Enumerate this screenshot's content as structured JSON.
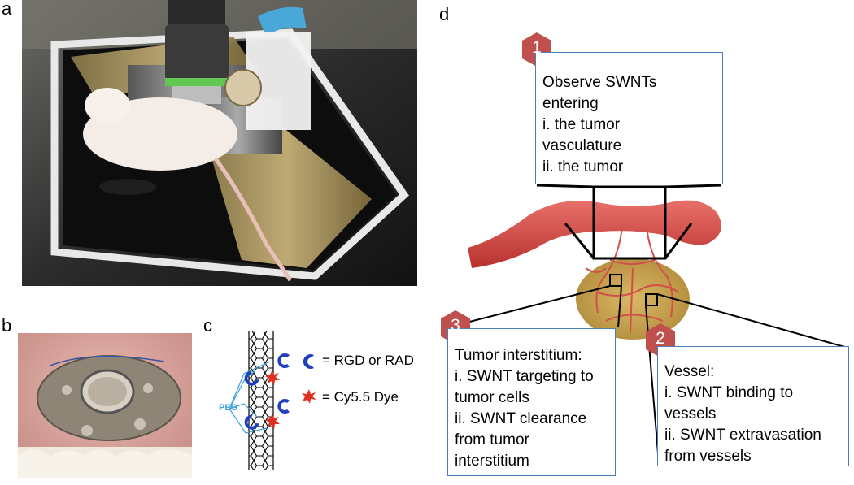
{
  "panels": {
    "a": "a",
    "b": "b",
    "c": "c",
    "d": "d"
  },
  "panel_c": {
    "legend_rgd": "= RGD or RAD",
    "legend_dye": "= Cy5.5 Dye",
    "peg_label": "PEG"
  },
  "panel_d": {
    "box1": {
      "number": "1",
      "lines": [
        "Observe SWNTs",
        "entering",
        "i.   the tumor",
        "vasculature",
        "ii.  the tumor"
      ]
    },
    "box2": {
      "number": "2",
      "lines": [
        "Vessel:",
        "i. SWNT binding to",
        "vessels",
        "ii. SWNT extravasation",
        "from vessels"
      ]
    },
    "box3": {
      "number": "3",
      "lines": [
        "Tumor interstitium:",
        "i. SWNT targeting to",
        "tumor cells",
        "ii. SWNT clearance",
        "from tumor",
        "interstitium"
      ]
    }
  },
  "colors": {
    "box_border": "#4a7ebb",
    "badge": "#c0504d",
    "vessel": "#d9534f",
    "tumor": "#c9a24a",
    "rgd": "#1f3fbf",
    "dye": "#e03020",
    "peg": "#3aa0d8"
  }
}
